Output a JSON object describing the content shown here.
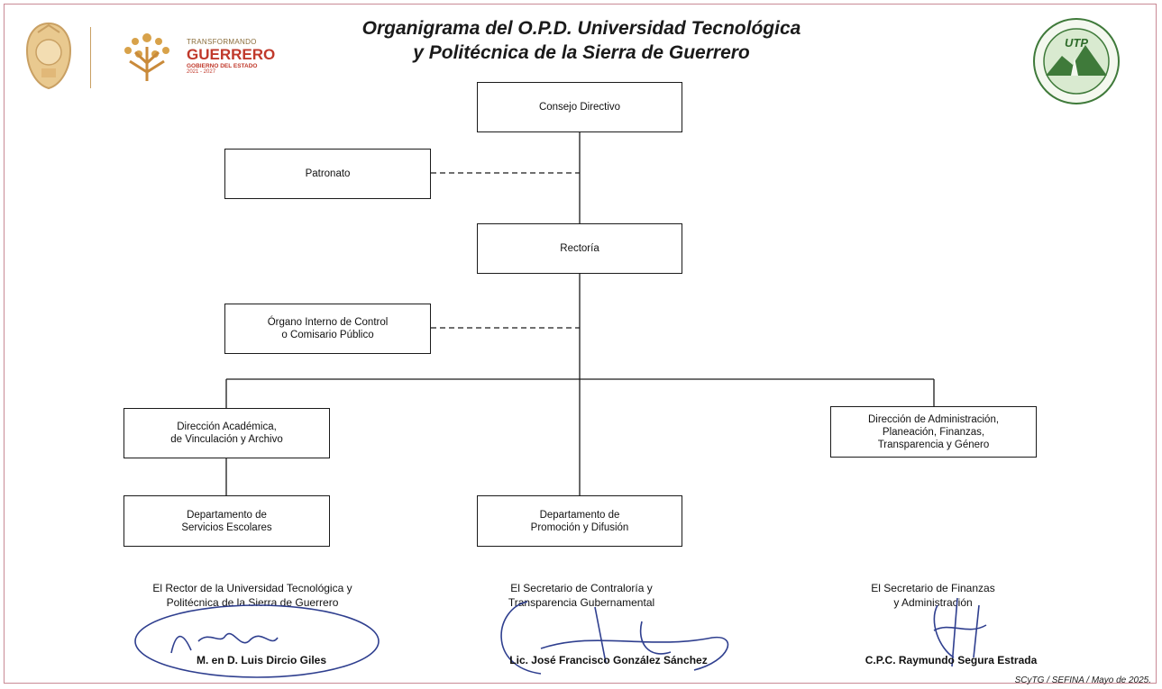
{
  "title": {
    "line1": "Organigrama del O.P.D. Universidad Tecnológica",
    "line2": "y Politécnica de la Sierra de Guerrero"
  },
  "logos": {
    "gov_logo": {
      "line1": "TRANSFORMANDO",
      "line2": "GUERRERO",
      "line3": "GOBIERNO DEL ESTADO",
      "line4": "2021 - 2027"
    },
    "utp_logo": {
      "label": "UTP"
    }
  },
  "org": {
    "consejo": "Consejo Directivo",
    "patronato": "Patronato",
    "rectoria": "Rectoría",
    "organo": "Órgano Interno de Control\no Comisario Público",
    "dir_academica": "Dirección Académica,\nde Vinculación y Archivo",
    "dir_admin": "Dirección de Administración,\nPlaneación, Finanzas,\nTransparencia y Género",
    "dep_escolares": "Departamento de\nServicios Escolares",
    "dep_promocion": "Departamento de\nPromoción y Difusión"
  },
  "signatures": [
    {
      "role": "El Rector de la Universidad Tecnológica y\nPolitécnica de la Sierra de Guerrero",
      "name": "M. en D. Luis Dircio Giles"
    },
    {
      "role": "El Secretario de Contraloría y\nTransparencia Gubernamental",
      "name": "Lic. José Francisco González Sánchez"
    },
    {
      "role": "El Secretario de Finanzas\ny Administración",
      "name": "C.P.C. Raymundo Segura Estrada"
    }
  ],
  "footer": "SCyTG / SEFINA / Mayo de 2025.",
  "colors": {
    "border_accent": "#c98a95",
    "gov_red": "#c0392b",
    "gov_gold": "#c9a063",
    "utp_green": "#3f7a3a"
  }
}
